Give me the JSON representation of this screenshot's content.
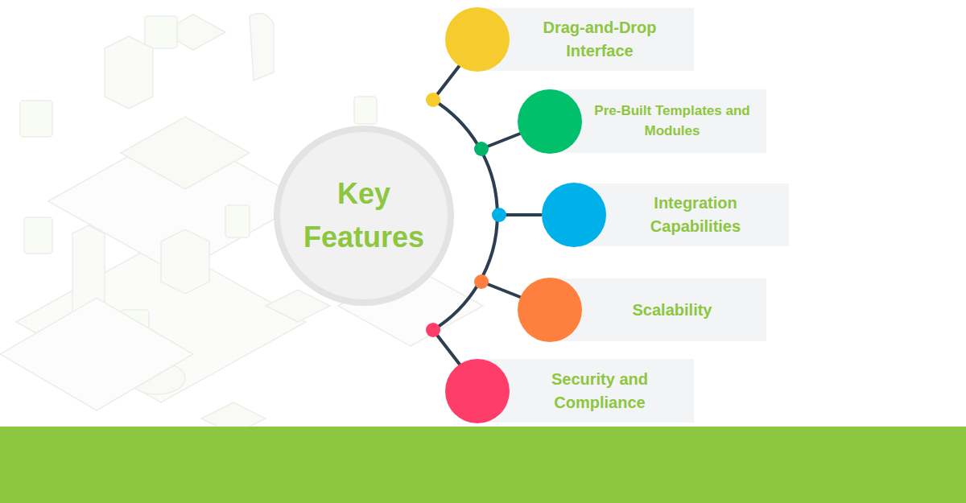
{
  "diagram": {
    "nodes": [
      {
        "text": [
          "Key Features"
        ]
      },
      {
        "text": [
          "Drag-and-Drop Interface"
        ]
      },
      {
        "text": [
          "Pre-Built Templates and Modules"
        ]
      },
      {
        "text": [
          "Integration Capabilities"
        ]
      },
      {
        "text": [
          "Scalability"
        ]
      },
      {
        "text": [
          "Security and Compliance"
        ]
      }
    ]
  }
}
